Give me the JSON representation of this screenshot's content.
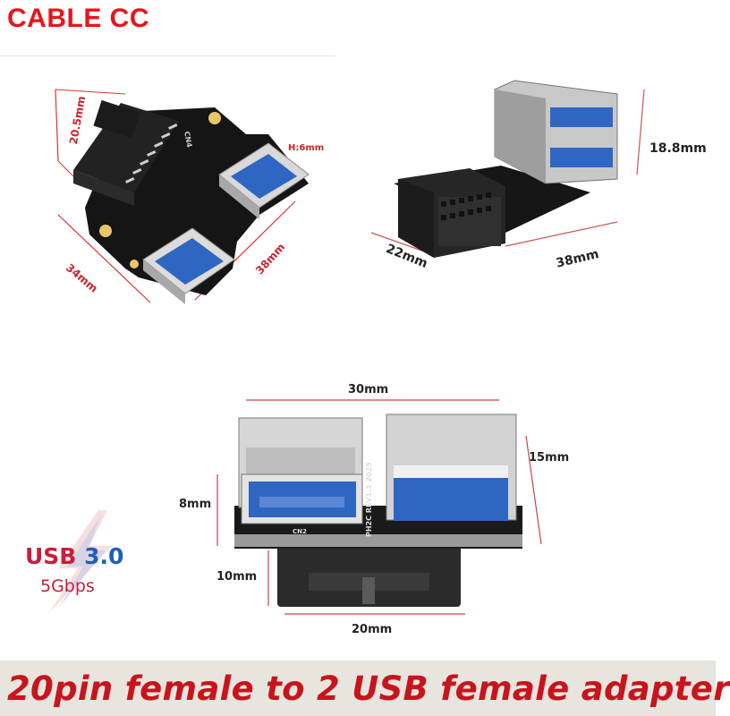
{
  "brand": {
    "text": "CABLE CC"
  },
  "product_top_left": {
    "dim_height": "20.5mm",
    "dim_depth": "34mm",
    "dim_width": "38mm",
    "dim_port_height": "H:6mm",
    "pcb_label": "CN4"
  },
  "product_top_right": {
    "dim_height": "18.8mm",
    "dim_depth": "22mm",
    "dim_width": "38mm"
  },
  "product_front": {
    "dim_width_top": "30mm",
    "dim_height_right": "15mm",
    "dim_port_height": "8mm",
    "dim_header_height": "10mm",
    "dim_width_bottom": "20mm",
    "pcb_label_cn2": "CN2",
    "pcb_label_rev": "PH2C REV1.1 2025"
  },
  "usb_badge": {
    "title_prefix": "USB",
    "title_version": "3.0",
    "speed": "5Gbps"
  },
  "banner": {
    "text": "20pin female to 2 USB female adapter"
  },
  "colors": {
    "brand_red": "#e8141a",
    "usb_blue": "#1f5fb7",
    "banner_bg": "#e8e5df"
  }
}
